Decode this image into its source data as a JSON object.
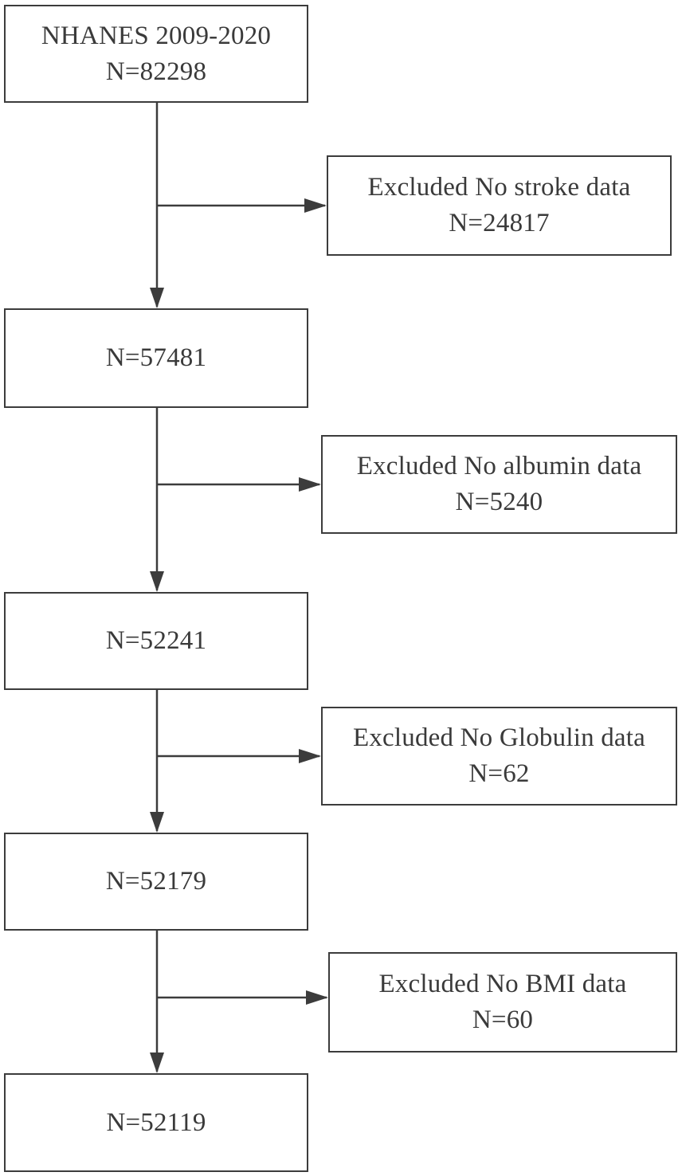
{
  "flow": {
    "steps": [
      {
        "title": "NHANES 2009-2020",
        "count": "N=82298"
      },
      {
        "title": "",
        "count": "N=57481"
      },
      {
        "title": "",
        "count": "N=52241"
      },
      {
        "title": "",
        "count": "N=52179"
      },
      {
        "title": "",
        "count": "N=52119"
      }
    ],
    "exclusions": [
      {
        "reason": "Excluded No stroke data",
        "count": "N=24817"
      },
      {
        "reason": "Excluded No albumin data",
        "count": "N=5240"
      },
      {
        "reason": "Excluded No Globulin data",
        "count": "N=62"
      },
      {
        "reason": "Excluded No BMI data",
        "count": "N=60"
      }
    ]
  },
  "colors": {
    "line": "#3c3c3c",
    "text": "#3a3a3a",
    "background": "#ffffff"
  }
}
